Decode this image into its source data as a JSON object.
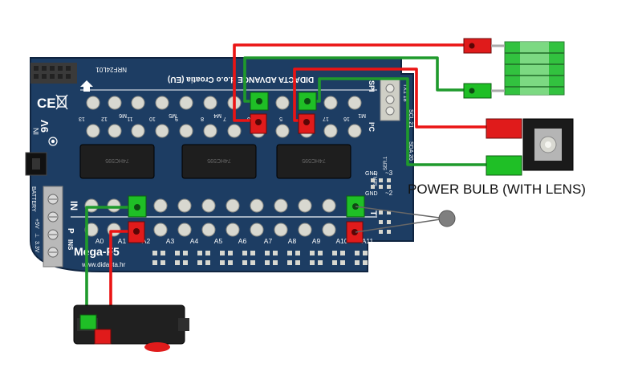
{
  "board": {
    "model": "Mega-F5",
    "url": "www.didacta.hr",
    "company_mirrored": "DIDACTA ADVANCE d.o.o Croatia (EU)",
    "module_label": "NRF24L01",
    "power_label": "9V",
    "in_label": "IN",
    "vertical_label": "9 IN",
    "row_in_label": "IN",
    "row_p_label": "P",
    "row_ins_label": "INS",
    "gnd_label": "GND",
    "ser1_label": "SER.1",
    "ser2_label": "SER.2",
    "tilde3": "~3",
    "tilde2": "~2",
    "sda_label": "SDA 20",
    "scl_label": "SCL 21",
    "tx_label": "TX1 18",
    "iuc_label": "I²C",
    "spi_label": "SPI",
    "m1_label": "M1",
    "m4_label": "M4",
    "m5_label": "M5",
    "m6_label": "M6",
    "top_pins_mirrored": [
      "13",
      "12",
      "11",
      "10",
      "9",
      "8",
      "7",
      "6",
      "5",
      "17",
      "16"
    ],
    "analog_labels": [
      "A0",
      "A1",
      "A2",
      "A3",
      "A4",
      "A5",
      "A6",
      "A7",
      "A8",
      "A9",
      "A10",
      "A11"
    ],
    "battery_labels": [
      "BATTERY",
      "+5V",
      "⊥",
      "3.3V",
      "⊥"
    ],
    "chip_text": "74HC595"
  },
  "caption": "POWER BULB (WITH LENS)",
  "colors": {
    "board": "#1d3d63",
    "board_edge": "#0f2440",
    "wire_red": "#ea1414",
    "wire_green": "#1f9a2c",
    "connector_red": "#e01b1b",
    "connector_green": "#1fbf26",
    "pin": "#d8d8d0",
    "chip": "#1e1e1e",
    "bulb_plate": "#1a1a1a",
    "servo": "#202020",
    "terminal": "#b9b9b9",
    "solar": "#32c23f"
  }
}
